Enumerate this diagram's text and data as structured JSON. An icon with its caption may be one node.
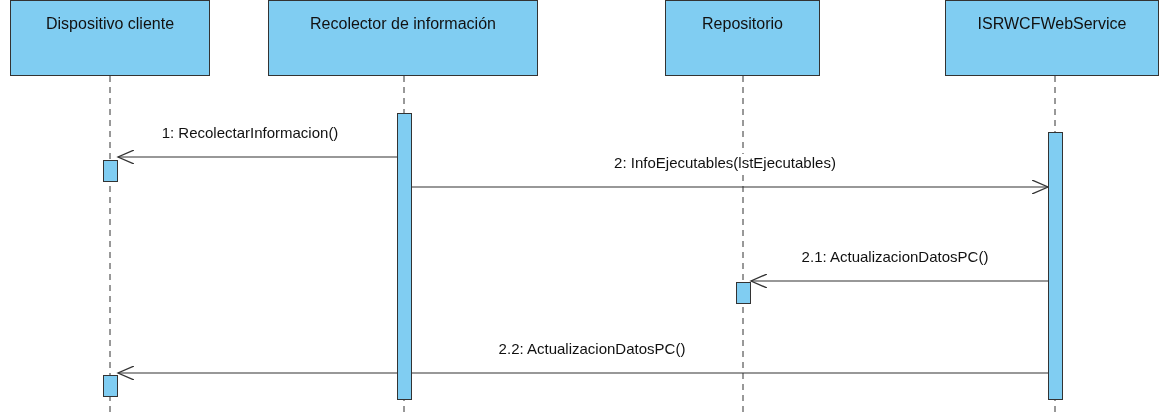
{
  "diagram": {
    "nodes": [
      {
        "text": [
          "Dispositivo cliente"
        ]
      },
      {
        "text": [
          "Recolector de información"
        ]
      },
      {
        "text": [
          "Repositorio"
        ]
      },
      {
        "text": [
          "ISRWCFWebService"
        ]
      },
      {
        "text": [],
        "shape": "bar"
      },
      {
        "text": [],
        "shape": "bar"
      },
      {
        "text": [],
        "shape": "bar"
      },
      {
        "text": [],
        "shape": "bar"
      },
      {
        "text": [],
        "shape": "bar"
      }
    ],
    "edges": [
      {
        "from": 4,
        "to": 5,
        "arrow": "to",
        "label": "1: RecolectarInformacion()"
      },
      {
        "from": 4,
        "to": 6,
        "arrow": "to",
        "label": "2: InfoEjecutables(lstEjecutables)"
      },
      {
        "from": 6,
        "to": 7,
        "arrow": "to",
        "label": "2.1: ActualizacionDatosPC()"
      },
      {
        "from": 6,
        "to": 8,
        "arrow": "to",
        "label": "2.2: ActualizacionDatosPC()"
      }
    ]
  }
}
